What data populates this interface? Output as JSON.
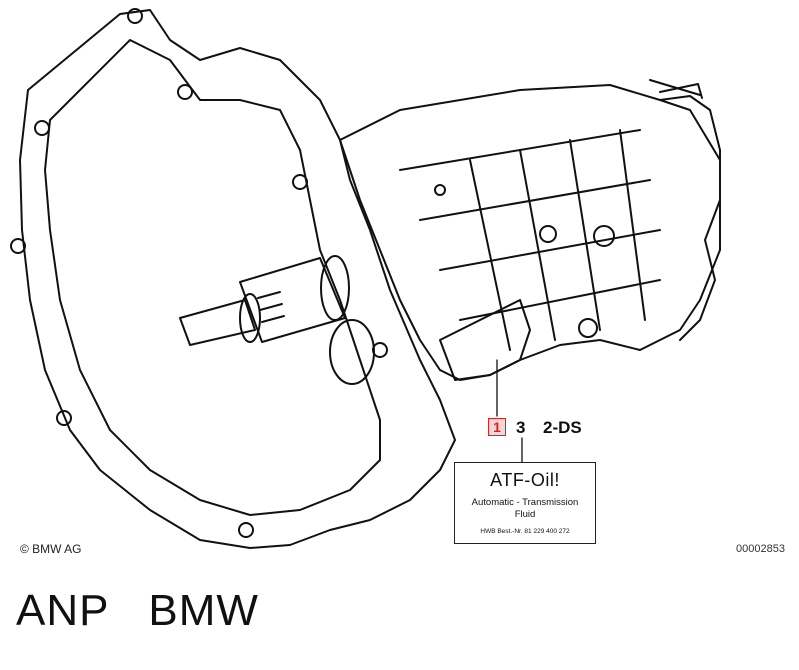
{
  "callouts": {
    "part_1": "1",
    "part_3": "3",
    "part_2ds": "2-DS"
  },
  "label": {
    "title": "ATF-Oil!",
    "line1": "Automatic - Transmission",
    "line2": "Fluid",
    "part_number": "HWB Best.-Nr. 81 229 400 272"
  },
  "footer": {
    "copyright": "© BMW AG",
    "diagram_id": "00002853"
  },
  "caption": "ANP   BMW",
  "colors": {
    "ink": "#111111",
    "highlight_border": "#d22222",
    "highlight_fill": "#f4d4d4"
  }
}
